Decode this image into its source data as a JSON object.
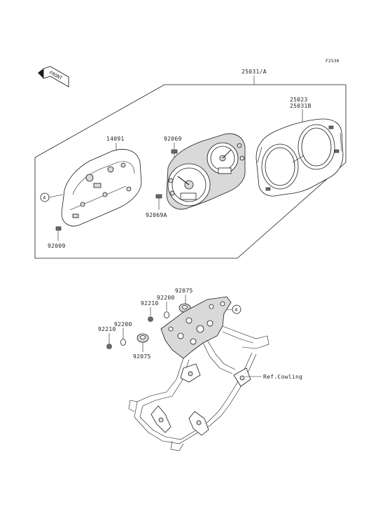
{
  "diagram": {
    "figure_code": "F2530",
    "front_label": "FRONT",
    "labels": {
      "assembly": "25031/A",
      "bezel_top": "25023",
      "bezel_bottom": "25031B",
      "case": "14091",
      "screw_upper": "92069",
      "screw_lower": "92069A",
      "screw_case": "92009",
      "grommet_a": "92075",
      "collar_a": "92200",
      "nut_a": "92210",
      "collar_b": "92200",
      "nut_b": "92210",
      "grommet_b": "92075",
      "ref_cowling": "Ref.Cowling"
    },
    "callout": "A"
  }
}
